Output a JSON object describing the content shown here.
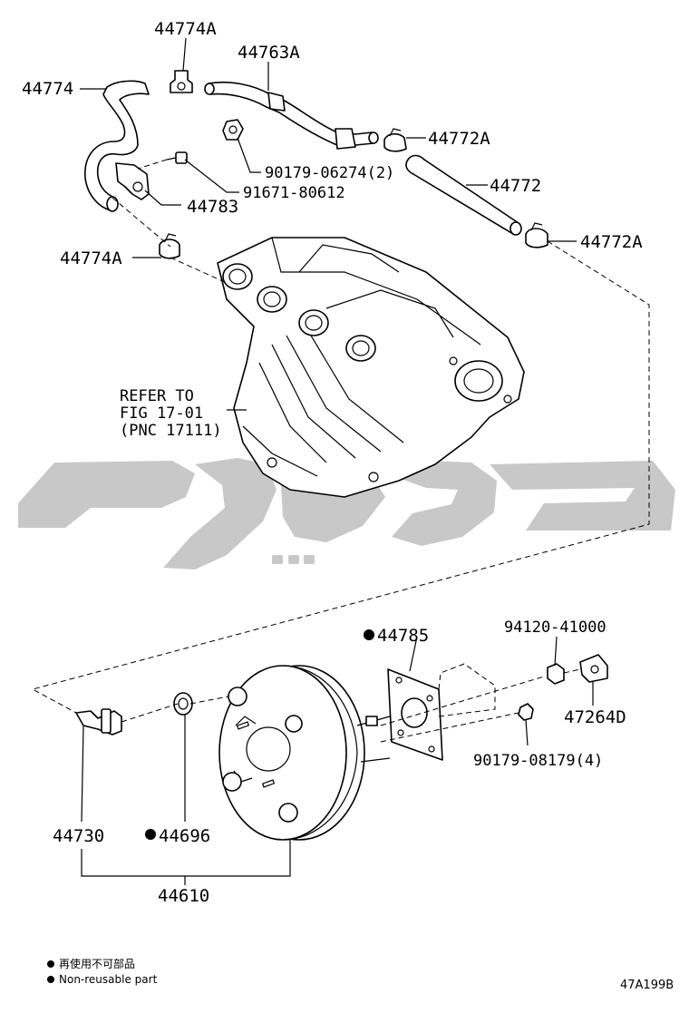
{
  "labels": {
    "p44774A_top": "44774A",
    "p44763A": "44763A",
    "p44774": "44774",
    "p44772A_upper": "44772A",
    "p90179_06274": "90179-06274(2)",
    "p44772": "44772",
    "p91671_80612": "91671-80612",
    "p44783": "44783",
    "p44772A_lower": "44772A",
    "p44774A_lower": "44774A",
    "refer_line1": "REFER TO",
    "refer_line2": "FIG 17-01",
    "refer_line3": "(PNC 17111)",
    "p44785": "44785",
    "p94120_41000": "94120-41000",
    "p47264D": "47264D",
    "p90179_08179": "90179-08179(4)",
    "p44730": "44730",
    "p44696": "44696",
    "p44610": "44610"
  },
  "legend": {
    "line_jp": "再使用不可部品",
    "line_en": "Non-reusable part"
  },
  "diagram_code": "47A199B",
  "colors": {
    "line": "#000000",
    "watermark": "#c8c8c8"
  }
}
